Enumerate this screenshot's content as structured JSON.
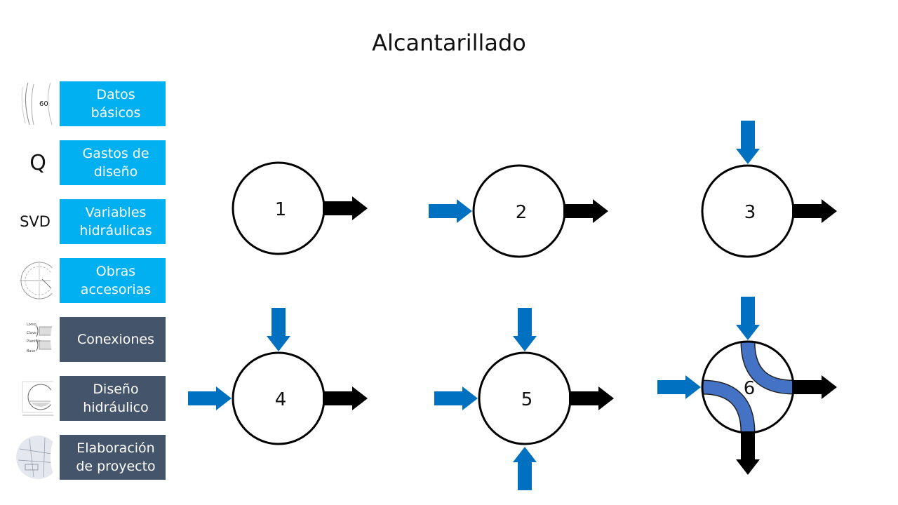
{
  "title": "Alcantarillado",
  "sidebar": {
    "items": [
      {
        "label": "Datos\nbásicos",
        "style": "cyan",
        "icon": "profile-sketch-icon",
        "icon_text": "60"
      },
      {
        "label": "Gastos de\ndiseño",
        "style": "cyan",
        "icon": "q-letter-icon",
        "icon_text": "Q"
      },
      {
        "label": "Variables\nhidráulicas",
        "style": "cyan",
        "icon": "svd-text-icon",
        "icon_text": "SVD"
      },
      {
        "label": "Obras\naccesorias",
        "style": "cyan",
        "icon": "manhole-drawing-icon"
      },
      {
        "label": "Conexiones",
        "style": "slate",
        "icon": "pipe-connection-icon",
        "icon_labels": [
          "Lomo",
          "Clave",
          "Plantilla",
          "Base"
        ]
      },
      {
        "label": "Diseño\nhidráulico",
        "style": "slate",
        "icon": "pipe-section-icon"
      },
      {
        "label": "Elaboración\nde proyecto",
        "style": "slate",
        "icon": "blueprint-icon"
      }
    ]
  },
  "diagram": {
    "colors": {
      "inflow": "#0070c0",
      "outflow": "#000000",
      "pipe": "#4472c4",
      "node_stroke": "#000000"
    },
    "nodes": [
      {
        "label": "1",
        "inflows": [],
        "outflows": [
          "right"
        ]
      },
      {
        "label": "2",
        "inflows": [
          "left"
        ],
        "outflows": [
          "right"
        ]
      },
      {
        "label": "3",
        "inflows": [
          "top"
        ],
        "outflows": [
          "right"
        ]
      },
      {
        "label": "4",
        "inflows": [
          "top",
          "left"
        ],
        "outflows": [
          "right"
        ]
      },
      {
        "label": "5",
        "inflows": [
          "top",
          "left",
          "bottom"
        ],
        "outflows": [
          "right"
        ]
      },
      {
        "label": "6",
        "inflows": [
          "top",
          "left"
        ],
        "outflows": [
          "right",
          "bottom"
        ]
      }
    ]
  }
}
